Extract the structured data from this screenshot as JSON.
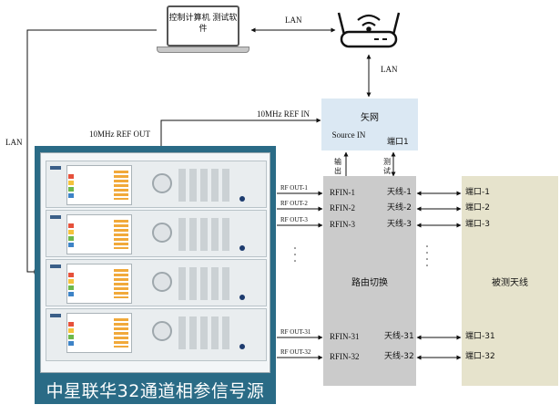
{
  "laptop": {
    "label": "控制计算机 测试软件"
  },
  "links": {
    "lan_top": "LAN",
    "lan_right": "LAN",
    "lan_left": "LAN",
    "ref_in": "10MHz REF IN",
    "ref_out": "10MHz REF OUT",
    "output_label": "输出",
    "test_label": "测试"
  },
  "vna": {
    "title": "矢网",
    "source_in": "Source IN",
    "port1": "端口1"
  },
  "source_rack": {
    "title": "中星联华32通道相参信号源"
  },
  "rf_out_labels": [
    "RF OUT-1",
    "RF OUT-2",
    "RF OUT-3",
    "RF OUT-31",
    "RF OUT-32"
  ],
  "route_switch": {
    "title": "路由切换",
    "rfin": [
      "RFIN-1",
      "RFIN-2",
      "RFIN-3",
      "RFIN-31",
      "RFIN-32"
    ],
    "antennas": [
      "天线-1",
      "天线-2",
      "天线-3",
      "天线-31",
      "天线-32"
    ]
  },
  "dut": {
    "title": "被测天线",
    "ports": [
      "端口-1",
      "端口-2",
      "端口-3",
      "端口-31",
      "端口-32"
    ]
  },
  "colors": {
    "vna_fill": "#dbe8f3",
    "switch_fill": "#cbcbcb",
    "dut_fill": "#e6e3cc",
    "rack_fill": "#2a6b86"
  }
}
